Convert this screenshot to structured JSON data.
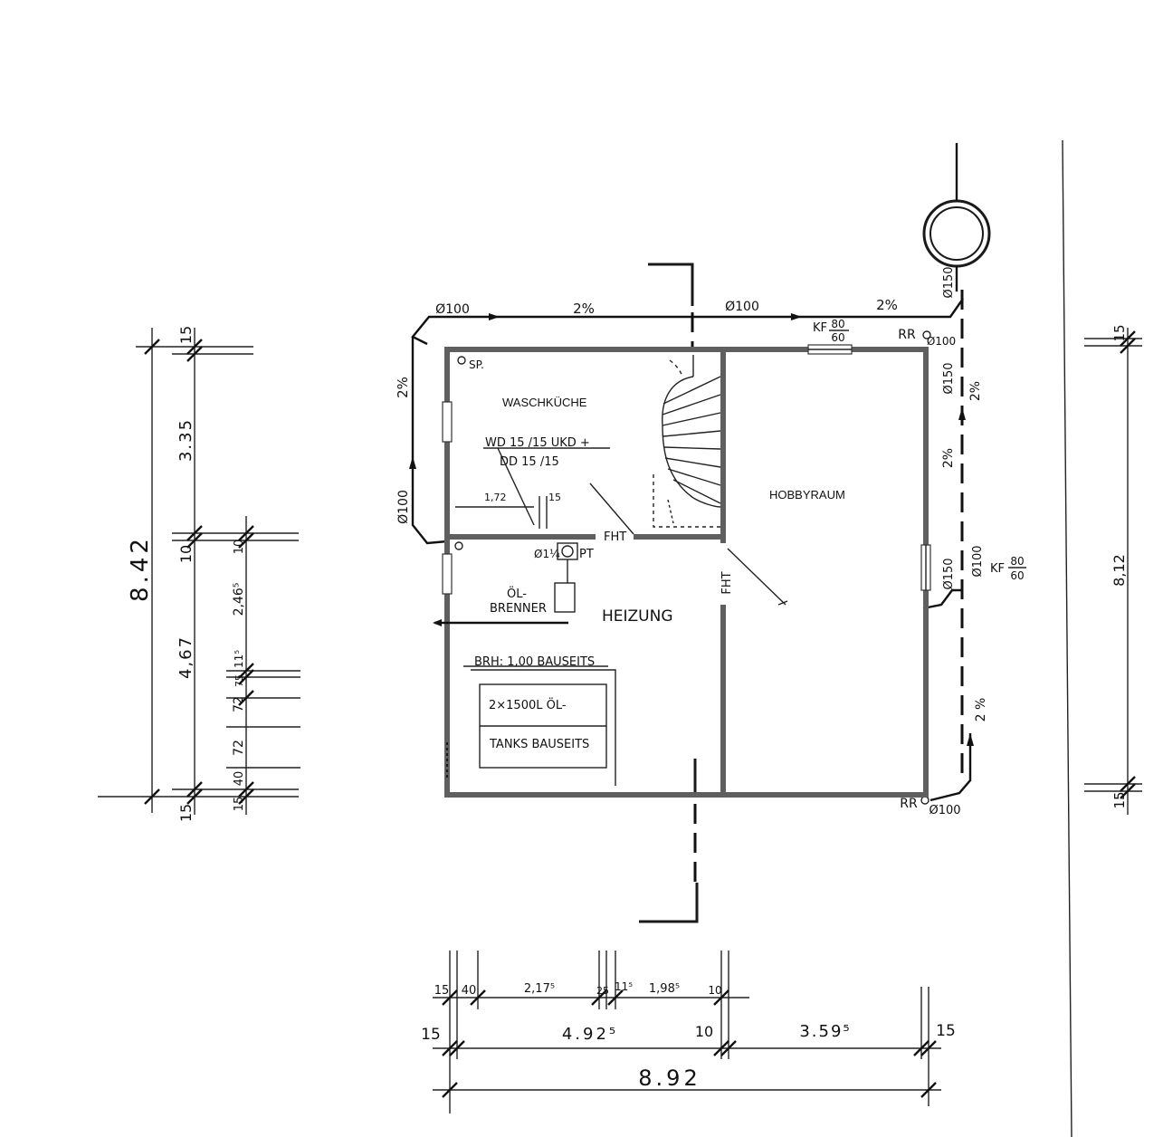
{
  "rooms": {
    "waschkueche": "WASCHKÜCHE",
    "hobbyraum": "HOBBYRAUM",
    "heizung": "HEIZUNG"
  },
  "annotations": {
    "wd": "WD 15 /15 UKD +",
    "dd": "DD 15 /15",
    "oel_line1": "ÖL-",
    "oel_line2": "BRENNER",
    "brh": "BRH: 1,00 BAUSEITS",
    "tanks_line1": "2×1500L ÖL-",
    "tanks_line2": "TANKS BAUSEITS",
    "fht_1": "FHT",
    "fht_2": "FHT",
    "sp": "SP.",
    "pt": "PT",
    "phi14": "Ø1¼",
    "dim_172": "1,72",
    "dim_15_small": "15"
  },
  "drainage": {
    "pipe_top_left": "Ø100",
    "slope_top_1": "2%",
    "pipe_top_mid": "Ø100",
    "slope_top_2": "2%",
    "slope_left": "2%",
    "pipe_left": "Ø100",
    "pipe_150_top": "Ø150",
    "pipe_150_mid": "Ø150",
    "pipe_150_low": "Ø150",
    "pipe_100_right_top": "Ø100",
    "pipe_100_right_mid": "Ø100",
    "pipe_100_bottom": "Ø100",
    "slope_right_1": "2%",
    "slope_right_2": "2%",
    "slope_right_3": "2 %",
    "rr_top": "RR",
    "rr_bottom": "RR",
    "kf_top_num": "80",
    "kf_top_den": "60",
    "kf_top": "KF",
    "kf_right": "KF",
    "kf_right_num": "80",
    "kf_right_den": "60"
  },
  "dimensions_left": {
    "total": "8.42",
    "d15_top": "15",
    "d335": "3.35",
    "d10": "10",
    "d467": "4,67",
    "d15_bottom": "15",
    "s10": "10",
    "s2465": "2,46⁵",
    "s115": "11⁵",
    "s75": "75",
    "s72a": "72",
    "s72b": "72",
    "s40": "40",
    "s15": "15"
  },
  "dimensions_right": {
    "total": "8,12",
    "top": "15",
    "bottom": "15"
  },
  "dimensions_bottom": {
    "r1_15": "15",
    "r1_40": "40",
    "r1_2175": "2,17⁵",
    "r1_25": "25",
    "r1_115": "11⁵",
    "r1_1985": "1,98⁵",
    "r1_10": "10",
    "r2_15": "15",
    "r2_4925": "4.92⁵",
    "r2_10": "10",
    "r2_3595": "3.59⁵",
    "r2_15b": "15",
    "total": "8.92"
  }
}
